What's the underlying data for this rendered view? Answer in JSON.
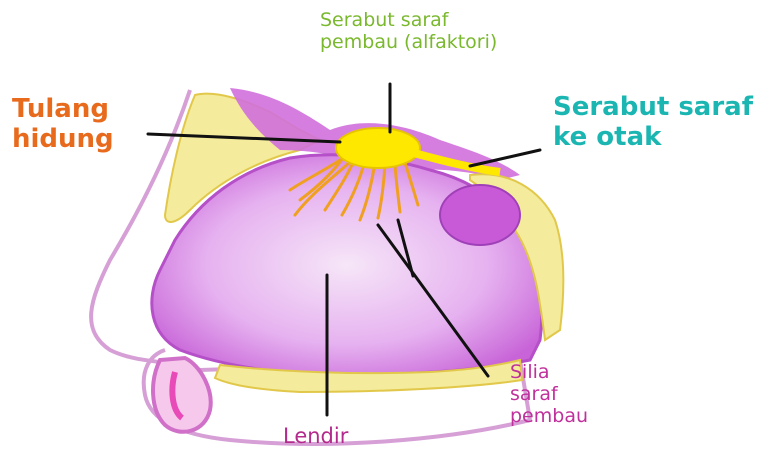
{
  "colors": {
    "tulang": "#e86a1c",
    "serabut_otak": "#1cb6b2",
    "serabut_pembau": "#7ab82e",
    "silia": "#c0309c",
    "lendir": "#b42a8c",
    "bone": "#f4ec9c",
    "cavity": "#dd88ee",
    "bulb": "#ffe800",
    "nerves": "#f0a020",
    "leader_line": "#111111"
  },
  "labels": {
    "serabut_pembau": [
      "Serabut saraf",
      "pembau (alfaktori)"
    ],
    "tulang_hidung": [
      "Tulang",
      "hidung"
    ],
    "serabut_otak": [
      "Serabut saraf",
      "ke otak"
    ],
    "silia": [
      "Silia",
      "saraf",
      "pembau"
    ],
    "lendir": "Lendir"
  }
}
